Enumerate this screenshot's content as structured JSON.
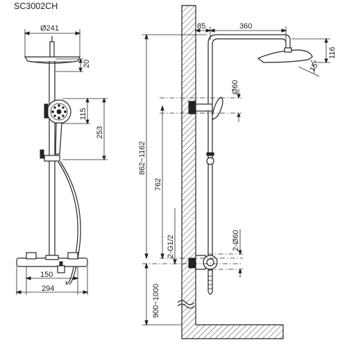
{
  "model": "SC3002CH",
  "colors": {
    "line": "#222222",
    "hatch": "#444444",
    "background": "#ffffff"
  },
  "front_view": {
    "dimensions": {
      "head_diameter": "Ø241",
      "head_height": "20",
      "hand_shower_offset": "115",
      "hand_shower_height": "253",
      "spout_offset": "150",
      "mixer_width": "294"
    }
  },
  "side_view": {
    "dimensions": {
      "wall_offset": "85",
      "arm_length": "360",
      "head_drop": "116",
      "head_angle": "15°",
      "bracket_diameter": "Ø60",
      "height_range": "862~1162",
      "rail_height": "762",
      "inlet_thread": "2-G1/2",
      "inlet_diameter": "2-Ø60",
      "mount_height": "900~1000"
    }
  }
}
